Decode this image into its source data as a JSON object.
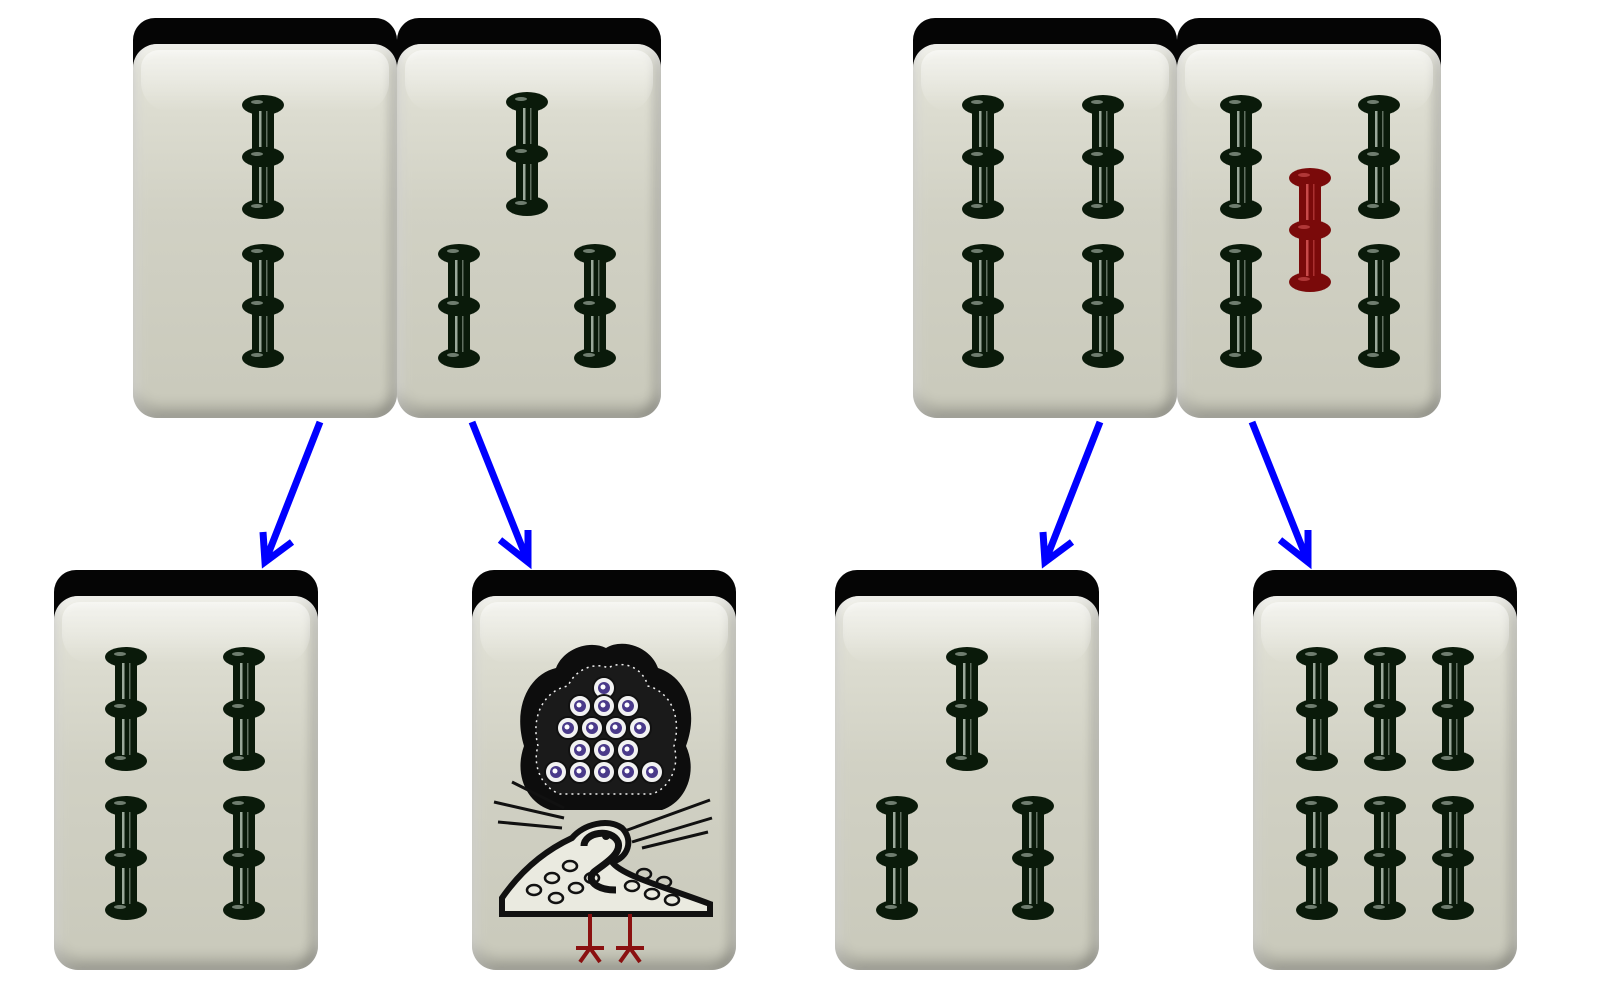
{
  "arrow_color": "#0000ff",
  "stick_color": "#0a1a0a",
  "red_stick_color": "#7a0a0a",
  "tiles": [
    {
      "id": "top-2-bamboo",
      "suit": "bamboo",
      "rank": 2
    },
    {
      "id": "top-3-bamboo",
      "suit": "bamboo",
      "rank": 3
    },
    {
      "id": "top-4-bamboo",
      "suit": "bamboo",
      "rank": 4
    },
    {
      "id": "top-5-bamboo",
      "suit": "bamboo",
      "rank": 5
    },
    {
      "id": "bottom-4-bamboo",
      "suit": "bamboo",
      "rank": 4
    },
    {
      "id": "bottom-1-bamboo-peacock",
      "suit": "bamboo",
      "rank": 1
    },
    {
      "id": "bottom-3-bamboo",
      "suit": "bamboo",
      "rank": 3
    },
    {
      "id": "bottom-6-bamboo",
      "suit": "bamboo",
      "rank": 6
    }
  ]
}
